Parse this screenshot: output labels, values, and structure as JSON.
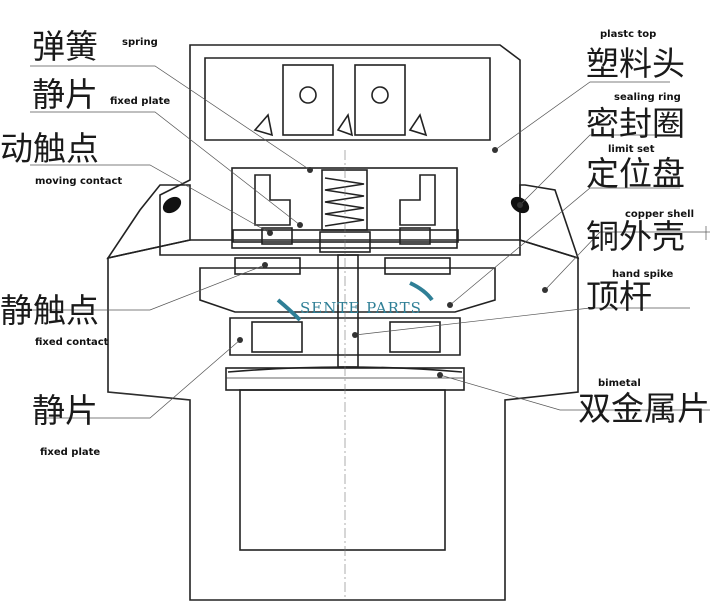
{
  "labels": {
    "spring_zh": "弹簧",
    "spring_en": "spring",
    "fixed_plate_zh_top": "静片",
    "fixed_plate_en_top": "fixed plate",
    "moving_contact_zh": "动触点",
    "moving_contact_en": "moving contact",
    "fixed_contact_zh": "静触点",
    "fixed_contact_en": "fixed contact",
    "fixed_plate_zh_bottom": "静片",
    "fixed_plate_en_bottom": "fixed plate",
    "plastic_top_en": "plastc top",
    "plastic_top_zh": "塑料头",
    "sealing_ring_en": "sealing ring",
    "sealing_ring_zh": "密封圈",
    "limit_set_en": "limit set",
    "limit_set_zh": "定位盘",
    "copper_shell_en": "copper shell",
    "copper_shell_zh": "铜外壳",
    "hand_spike_en": "hand spike",
    "hand_spike_zh": "顶杆",
    "bimetal_en": "bimetal",
    "bimetal_zh": "双金属片"
  },
  "watermark": {
    "text": "SENTE PARTS"
  },
  "colors": {
    "line": "#222222",
    "hatch": "#333333",
    "watermark": "#2f7f96",
    "background": "#ffffff"
  }
}
